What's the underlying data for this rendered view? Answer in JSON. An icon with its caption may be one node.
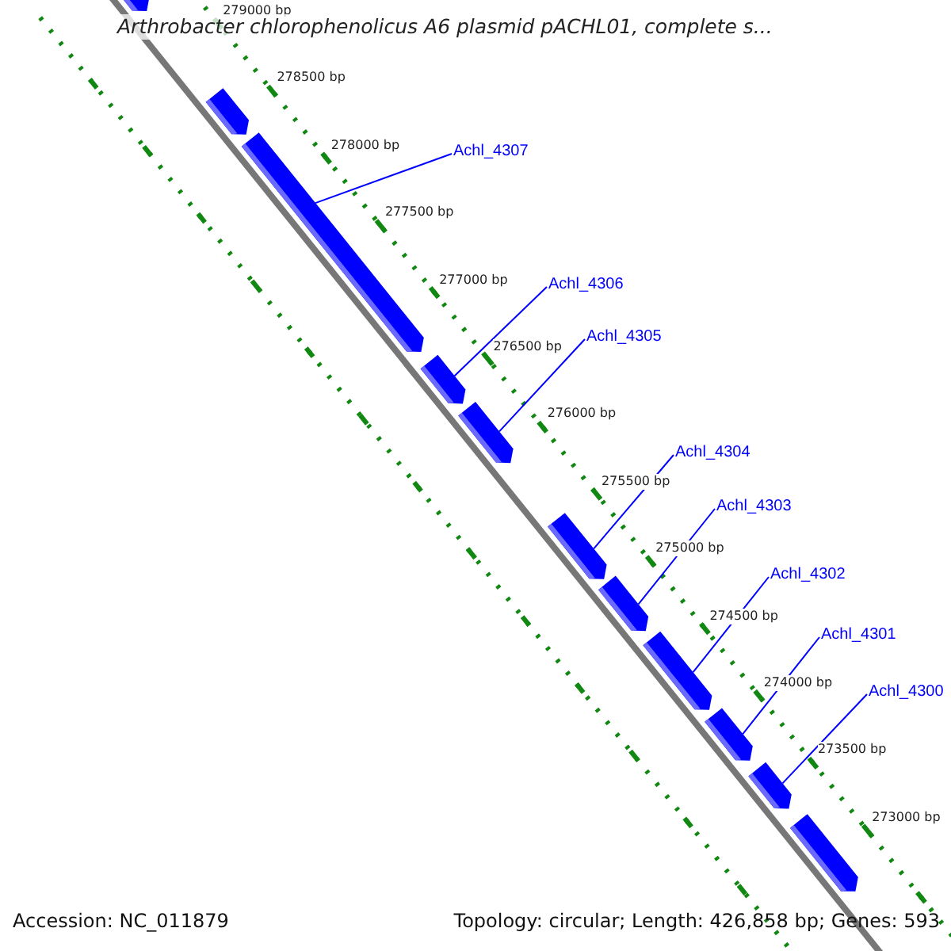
{
  "diagram": {
    "title": "Arthrobacter chlorophenolicus A6 plasmid pACHL01, complete s...",
    "nodes": [
      {
        "text": [
          "Achl_4307"
        ]
      },
      {
        "text": [
          "Achl_4306"
        ]
      },
      {
        "text": [
          "Achl_4305"
        ]
      },
      {
        "text": [
          "Achl_4304"
        ]
      },
      {
        "text": [
          "Achl_4303"
        ]
      },
      {
        "text": [
          "Achl_4302"
        ]
      },
      {
        "text": [
          "Achl_4301"
        ]
      },
      {
        "text": [
          "Achl_4300"
        ]
      },
      {
        "text": [],
        "shape": "arrow"
      },
      {
        "text": [],
        "shape": "arrow"
      },
      {
        "text": [],
        "shape": "arrow"
      },
      {
        "text": [],
        "shape": "arrow"
      },
      {
        "text": [],
        "shape": "arrow"
      },
      {
        "text": [],
        "shape": "arrow"
      },
      {
        "text": [],
        "shape": "arrow"
      },
      {
        "text": [],
        "shape": "arrow"
      },
      {
        "text": [],
        "shape": "arrow"
      },
      {
        "text": [],
        "shape": "arrow"
      },
      {
        "text": [],
        "shape": "arrow"
      }
    ],
    "edges": [
      {
        "from": 0,
        "to": 10,
        "arrow": "none"
      },
      {
        "from": 1,
        "to": 11,
        "arrow": "none"
      },
      {
        "from": 2,
        "to": 12,
        "arrow": "none"
      },
      {
        "from": 3,
        "to": 13,
        "arrow": "none"
      },
      {
        "from": 4,
        "to": 14,
        "arrow": "none"
      },
      {
        "from": 5,
        "to": 15,
        "arrow": "none"
      },
      {
        "from": 6,
        "to": 16,
        "arrow": "none"
      },
      {
        "from": 7,
        "to": 17,
        "arrow": "none"
      }
    ],
    "labels": [
      "279000 bp",
      "278500 bp",
      "278000 bp",
      "277500 bp",
      "277000 bp",
      "276500 bp",
      "276000 bp",
      "275500 bp",
      "275000 bp",
      "274500 bp",
      "274000 bp",
      "273500 bp",
      "273000 bp",
      "Accession: NC_011879",
      "Topology: circular; Length: 426,858 bp; Genes: 593"
    ]
  }
}
